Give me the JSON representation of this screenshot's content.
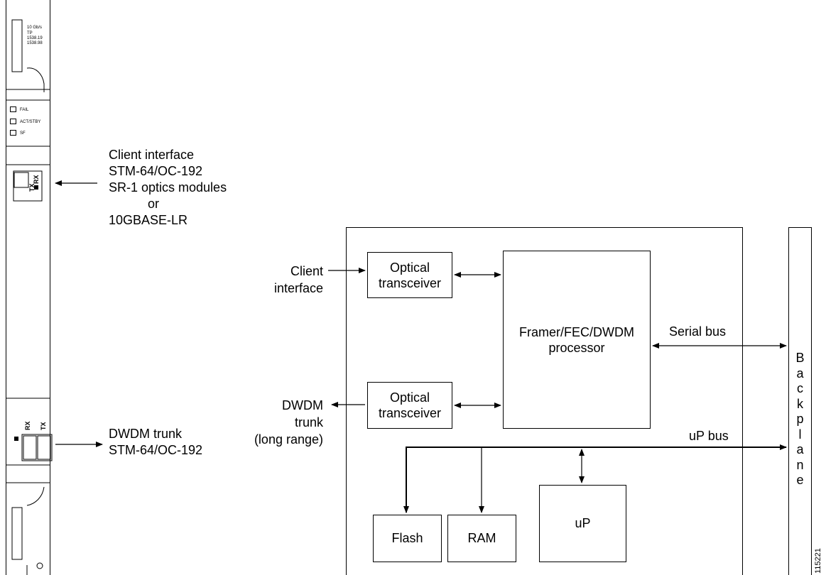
{
  "faceplate": {
    "spec_lines": [
      "10 Gb/s",
      "TP",
      "1538.19",
      "1538.98"
    ],
    "leds": [
      "FAIL",
      "ACT/STBY",
      "SF"
    ],
    "client_port": {
      "tx": "TX",
      "rx": "RX"
    },
    "trunk_port": {
      "rx": "RX",
      "tx": "TX"
    }
  },
  "callouts": {
    "client": [
      "Client interface",
      "STM-64/OC-192",
      "SR-1 optics modules",
      "or",
      "10GBASE-LR"
    ],
    "trunk": [
      "DWDM trunk",
      "STM-64/OC-192"
    ]
  },
  "block": {
    "client_label": [
      "Client",
      "interface"
    ],
    "trunk_label": [
      "DWDM",
      "trunk",
      "(long range)"
    ],
    "optical_top": [
      "Optical",
      "transceiver"
    ],
    "optical_bottom": [
      "Optical",
      "transceiver"
    ],
    "framer": [
      "Framer/FEC/DWDM",
      "processor"
    ],
    "serial_bus": "Serial bus",
    "up_bus": "uP bus",
    "flash": "Flash",
    "ram": "RAM",
    "up": "uP",
    "backplane": [
      "B",
      "a",
      "c",
      "k",
      "p",
      "l",
      "a",
      "n",
      "e"
    ]
  },
  "figure_id": "115221"
}
